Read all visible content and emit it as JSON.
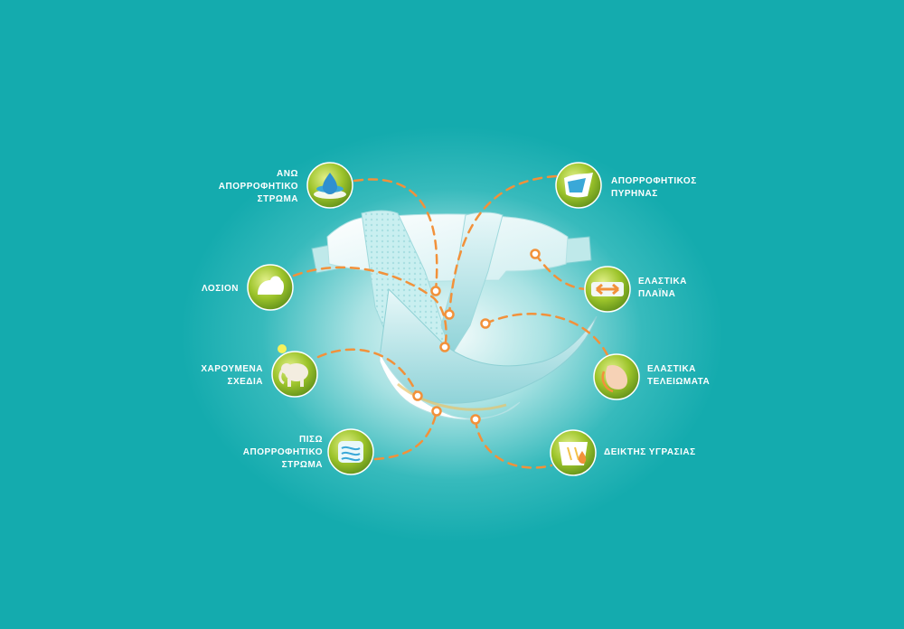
{
  "features": [
    {
      "id": "top-layer",
      "side": "left",
      "icon": "droplet-layers-icon",
      "lines": [
        "ΑΝΩ",
        "ΑΠΟΡΡΟΦΗΤΙΚΟ",
        "ΣΤΡΩΜΑ"
      ]
    },
    {
      "id": "lotion",
      "side": "left",
      "icon": "lotion-cream-icon",
      "lines": [
        "ΛΟΣΙΟΝ"
      ]
    },
    {
      "id": "designs",
      "side": "left",
      "icon": "elephant-icon",
      "lines": [
        "ΧΑΡΟΥΜΕΝΑ",
        "ΣΧΕΔΙΑ"
      ]
    },
    {
      "id": "back-layer",
      "side": "left",
      "icon": "back-layer-icon",
      "lines": [
        "ΠΙΣΩ",
        "ΑΠΟΡΡΟΦΗΤΙΚΟ",
        "ΣΤΡΩΜΑ"
      ]
    },
    {
      "id": "core",
      "side": "right",
      "icon": "absorbent-core-icon",
      "lines": [
        "ΑΠΟΡΡΟΦΗΤΙΚΟΣ",
        "ΠΥΡΗΝΑΣ"
      ]
    },
    {
      "id": "side-elastics",
      "side": "right",
      "icon": "stretch-arrows-icon",
      "lines": [
        "ΕΛΑΣΤΙΚΑ",
        "ΠΛΑΪΝΑ"
      ]
    },
    {
      "id": "elastic-cuffs",
      "side": "right",
      "icon": "leg-cuff-icon",
      "lines": [
        "ΕΛΑΣΤΙΚΑ",
        "ΤΕΛΕΙΩΜΑΤΑ"
      ]
    },
    {
      "id": "wetness",
      "side": "right",
      "icon": "wetness-indicator-icon",
      "lines": [
        "ΔΕΙΚΤΗΣ ΥΓΡΑΣΙΑΣ"
      ]
    }
  ],
  "colors": {
    "background": "#14abae",
    "connector": "#f2913a",
    "icon_green": "#9dc42b",
    "label_text": "#ffffff"
  }
}
